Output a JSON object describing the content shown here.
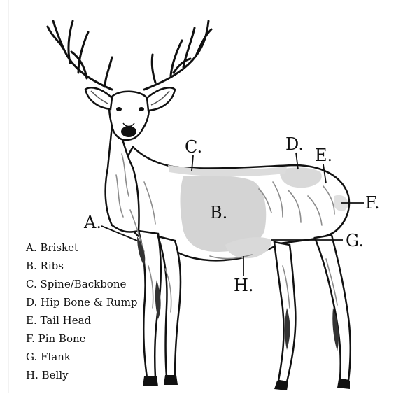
{
  "callouts": {
    "a": "A.",
    "b": "B.",
    "c": "C.",
    "d": "D.",
    "e": "E.",
    "f": "F.",
    "g": "G.",
    "h": "H."
  },
  "legend": [
    "A. Brisket",
    "B.  Ribs",
    "C.  Spine/Backbone",
    "D.  Hip Bone & Rump",
    "E.  Tail Head",
    "F.  Pin Bone",
    "G.  Flank",
    "H.  Belly"
  ],
  "colors": {
    "ink": "#111111",
    "highlight": "#d4d4d4",
    "fur_shade": "#8c8c8c"
  }
}
